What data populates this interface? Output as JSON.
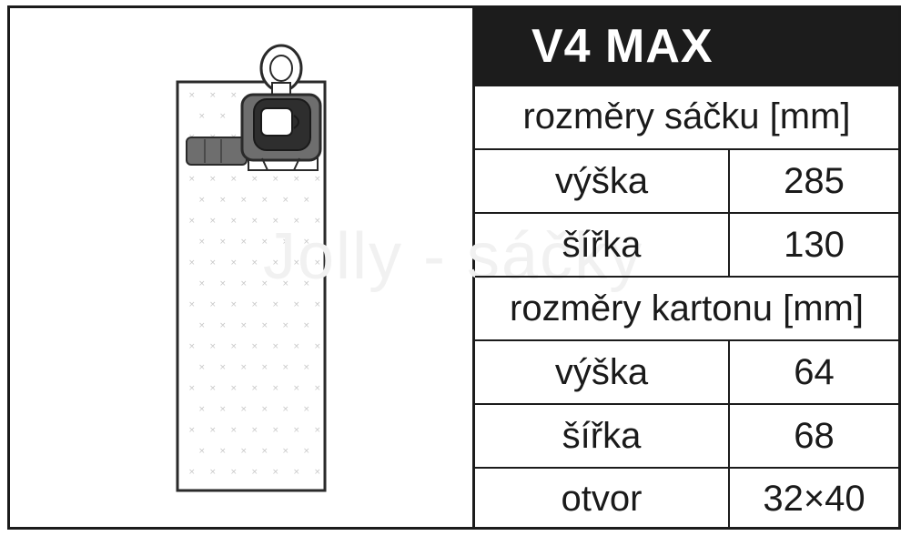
{
  "title": "V4 MAX",
  "watermark": "Jolly - sáčky",
  "sections": [
    {
      "header": "rozměry sáčku [mm]",
      "rows": [
        {
          "label": "výška",
          "value": "285"
        },
        {
          "label": "šířka",
          "value": "130"
        }
      ]
    },
    {
      "header": "rozměry kartonu [mm]",
      "rows": [
        {
          "label": "výška",
          "value": "64"
        },
        {
          "label": "šířka",
          "value": "68"
        },
        {
          "label": "otvor",
          "value": "32×40"
        }
      ]
    }
  ],
  "colors": {
    "border": "#1b1b1b",
    "title_bg": "#1c1c1c",
    "title_text": "#ffffff",
    "bag_outline": "#2a2a2a",
    "dots": "#c8c8c8",
    "collar_fill": "#6e6e6e"
  }
}
